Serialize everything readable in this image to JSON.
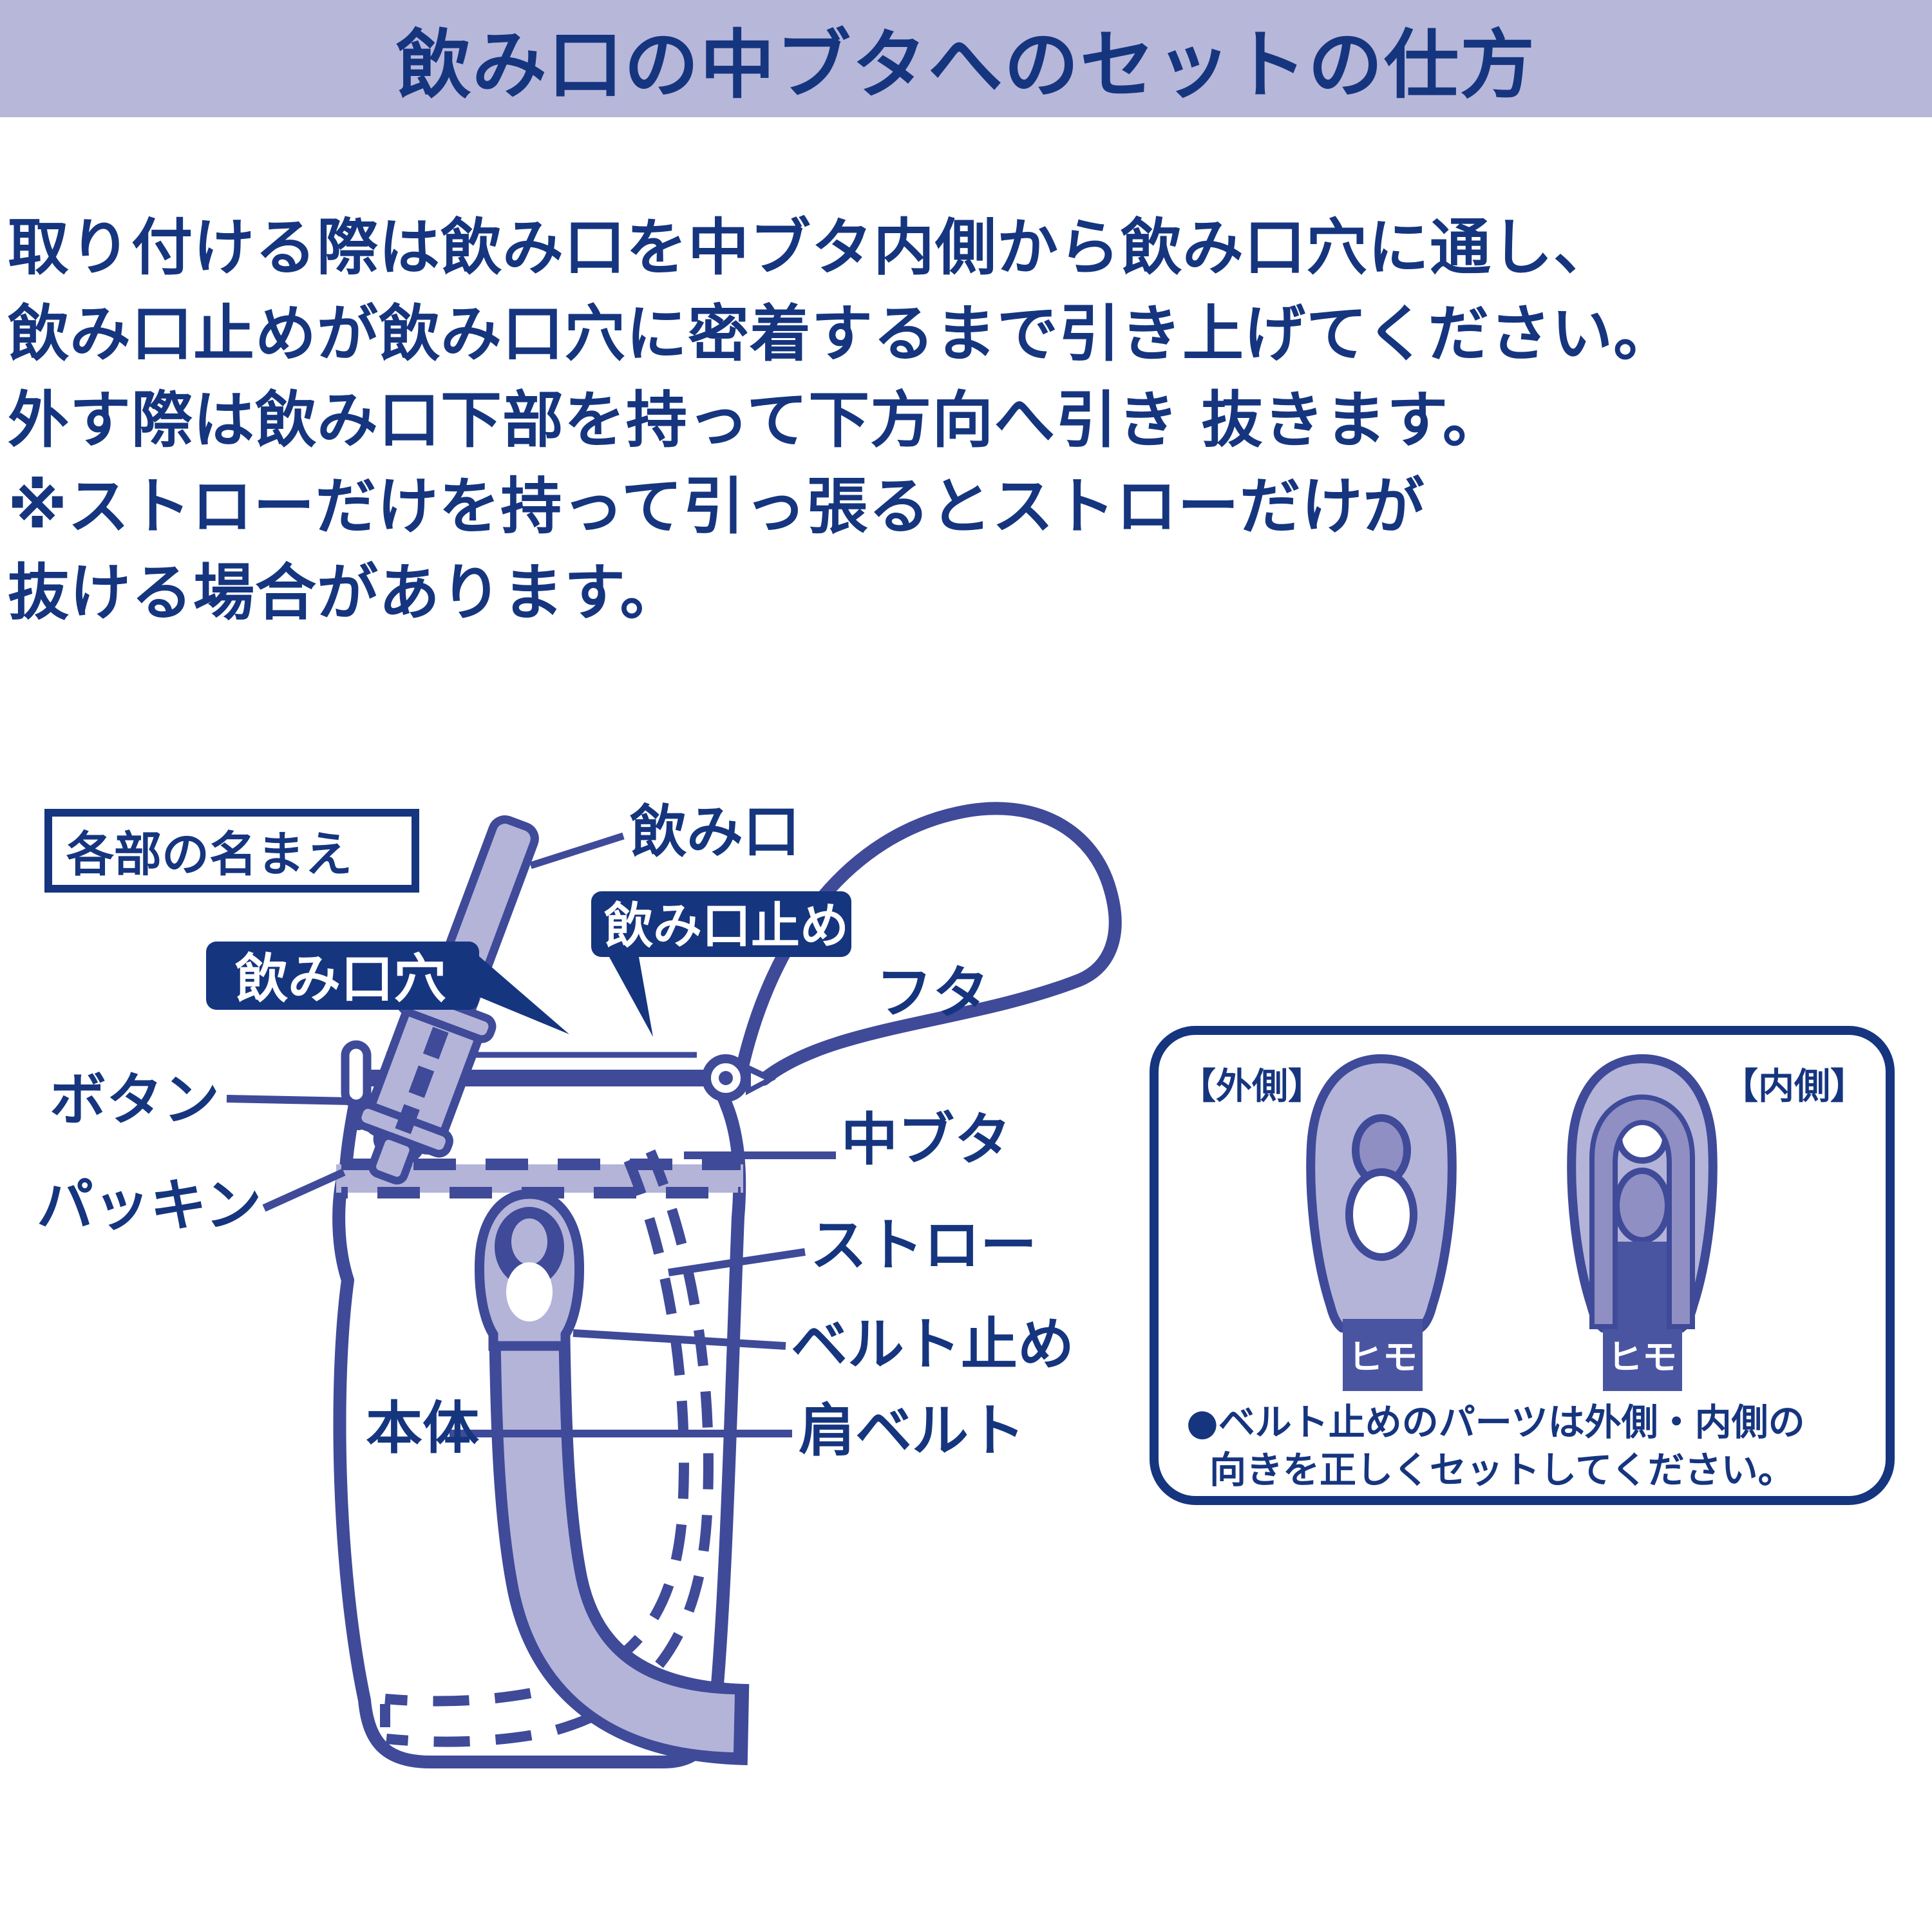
{
  "header": {
    "title": "飲み口の中ブタへのセットの仕方",
    "bg_color": "#b7b7da",
    "text_color": "#16357f"
  },
  "instructions": {
    "lines": [
      "取り付ける際は飲み口を中ブタ内側から飲み口穴に通し、",
      "飲み口止めが飲み口穴に密着するまで引き上げてください。",
      "外す際は飲み口下部を持って下方向へ引き 抜きます。",
      "※ストローだけを持って引っ張るとストローだけが",
      "抜ける場合があります。"
    ],
    "text_color": "#16357f"
  },
  "diagram": {
    "section_title": "各部の名まえ",
    "labels": {
      "nomikuchi": "飲み口",
      "nomikuchi_dome": "飲み口止め",
      "nomikuchi_ana": "飲み口穴",
      "futa": "フタ",
      "botan": "ボタン",
      "nakabuta": "中ブタ",
      "pakkin": "パッキン",
      "sutoroo": "ストロー",
      "beruto_dome": "ベルト止め",
      "kata_beruto": "肩ベルト",
      "hontai": "本体"
    },
    "colors": {
      "outline": "#3f4a99",
      "fill_light": "#b4b4d9",
      "fill_mid": "#8f8fc4",
      "badge_bg": "#16357f",
      "strap": "#4a55a2",
      "text_navy": "#16357f"
    }
  },
  "info_box": {
    "outside_label": "【外側】",
    "inside_label": "【内側】",
    "strap_label_left": "ヒモ",
    "strap_label_right": "ヒモ",
    "note_lines": [
      "●ベルト止めのパーツは外側・内側の",
      "向きを正しくセットしてください。"
    ],
    "border_color": "#16357f"
  }
}
